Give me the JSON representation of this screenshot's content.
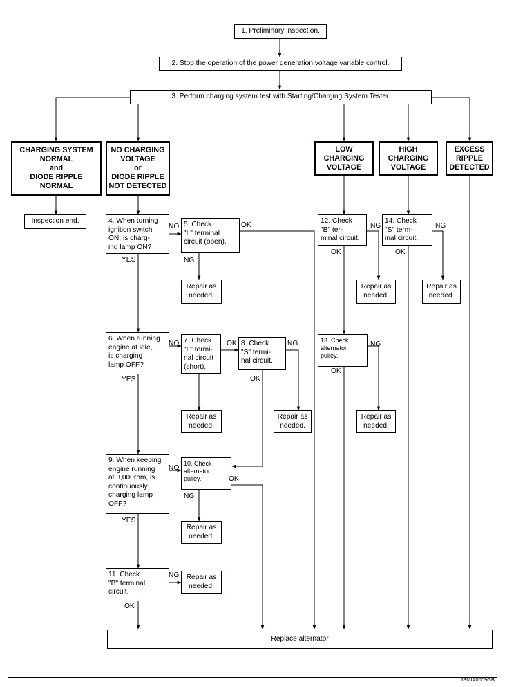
{
  "flowchart": {
    "step1": "1. Preliminary inspection.",
    "step2": "2. Stop the operation of the power generation voltage variable control.",
    "step3": "3. Perform charging system test with Starting/Charging System Tester.",
    "branches": {
      "normal": "CHARGING SYSTEM\nNORMAL\nand\nDIODE RIPPLE\nNORMAL",
      "no_charging": "NO CHARGING\nVOLTAGE\nor\nDIODE RIPPLE\nNOT DETECTED",
      "low": "LOW\nCHARGING\nVOLTAGE",
      "high": "HIGH\nCHARGING\nVOLTAGE",
      "excess": "EXCESS\nRIPPLE\nDETECTED"
    },
    "inspection_end": "Inspection end.",
    "step4": "4. When turning\n    ignition switch\n    ON, is charg-\n    ing lamp ON?",
    "step5": "5. Check\n  \"L\" terminal\n  circuit (open).",
    "step6": "6. When running\n    engine at idle,\n    is charging\n    lamp OFF?",
    "step7": "7. Check\n  \"L\" termi-\n  nal circuit\n  (short).",
    "step8": "8. Check\n    \"S\" termi-\n    nal circuit.",
    "step9": "9. When keeping\n    engine running\n    at 3,000rpm, is\n    continuously\n    charging lamp\n    OFF?",
    "step10": "10. Check\n     alternator\n     pulley.",
    "step11": "11. Check\n   \"B\" terminal\n   circuit.",
    "step12": "12. Check\n   \"B\" ter-\n   minal circuit.",
    "step13": "13. Check\n    alternator\n    pulley.",
    "step14": "14. Check\n  \"S\" term-\n  inal circuit.",
    "repair": "Repair as\nneeded.",
    "replace": "Replace alternator",
    "labels": {
      "yes": "YES",
      "no": "NO",
      "ok": "OK",
      "ng": "NG"
    },
    "figure_code": "JSMIA0009GB"
  }
}
